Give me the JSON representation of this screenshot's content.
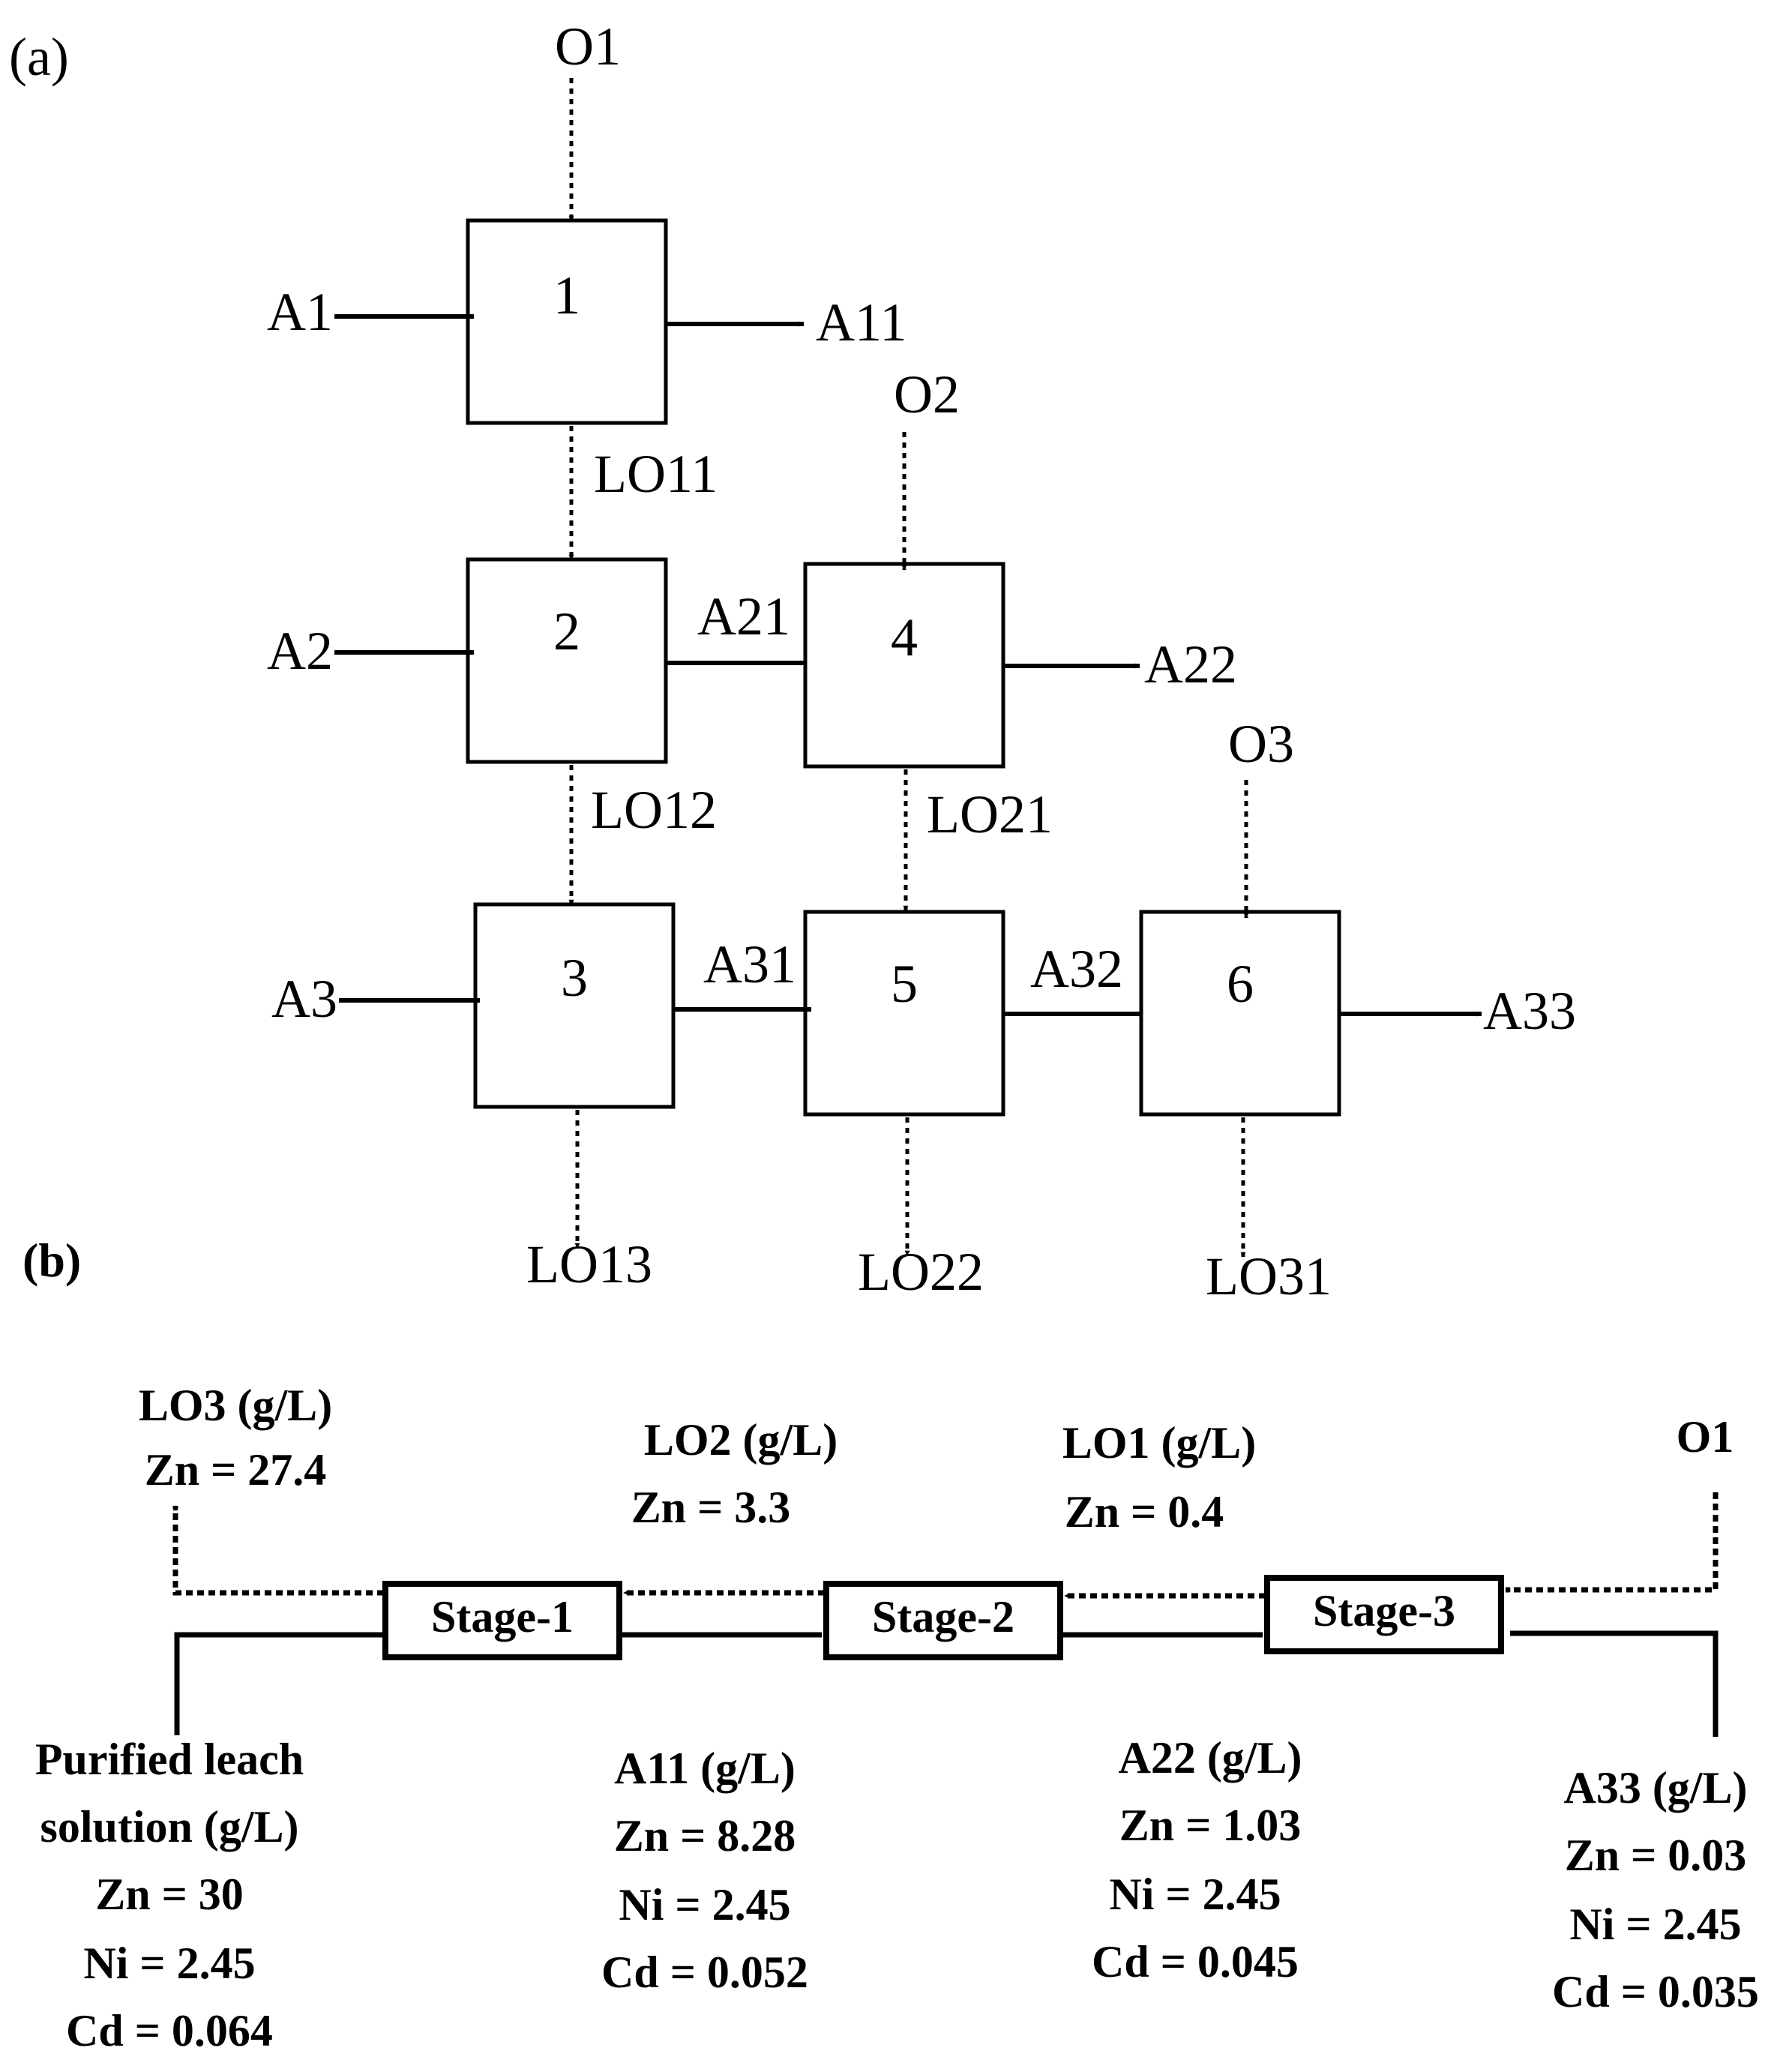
{
  "panel_a": {
    "label": "(a)",
    "boxes": [
      "1",
      "2",
      "3",
      "4",
      "5",
      "6"
    ],
    "streams": {
      "O1": "O1",
      "O2": "O2",
      "O3": "O3",
      "A1": "A1",
      "A2": "A2",
      "A3": "A3",
      "A11": "A11",
      "A21": "A21",
      "A22": "A22",
      "A31": "A31",
      "A32": "A32",
      "A33": "A33",
      "LO11": "LO11",
      "LO12": "LO12",
      "LO13": "LO13",
      "LO21": "LO21",
      "LO22": "LO22",
      "LO31": "LO31"
    }
  },
  "panel_b": {
    "label": "(b)",
    "stages": [
      "Stage-1",
      "Stage-2",
      "Stage-3"
    ],
    "organic_in": "O1",
    "lo3": [
      "LO3 (g/L)",
      "Zn = 27.4"
    ],
    "lo2": [
      "LO2 (g/L)",
      "Zn = 3.3"
    ],
    "lo1": [
      "LO1 (g/L)",
      "Zn = 0.4"
    ],
    "feed": [
      "Purified leach",
      "solution (g/L)",
      "Zn = 30",
      "Ni = 2.45",
      "Cd = 0.064"
    ],
    "a11": [
      "A11 (g/L)",
      "Zn = 8.28",
      "Ni = 2.45",
      "Cd = 0.052"
    ],
    "a22": [
      "A22 (g/L)",
      "Zn = 1.03",
      "Ni = 2.45",
      "Cd = 0.045"
    ],
    "a33": [
      "A33 (g/L)",
      "Zn = 0.03",
      "Ni = 2.45",
      "Cd = 0.035"
    ]
  }
}
